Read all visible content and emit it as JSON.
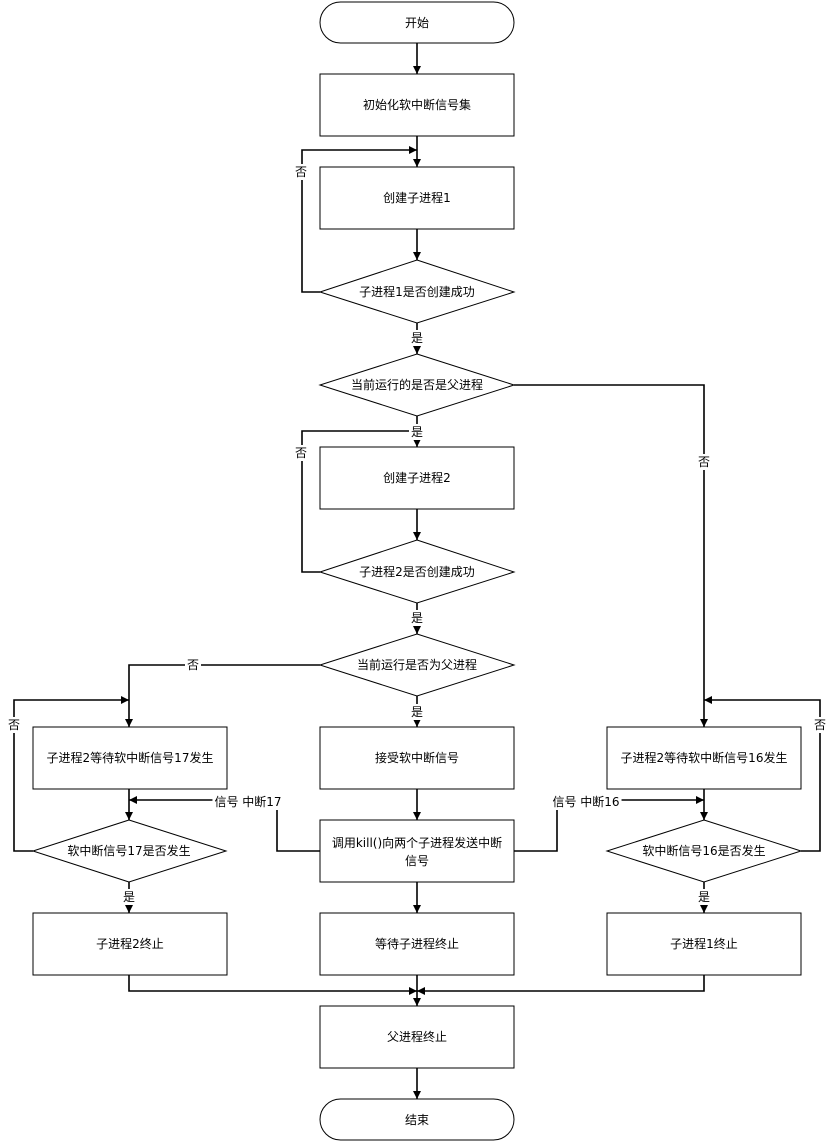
{
  "nodes": {
    "start": "开始",
    "init": "初始化软中断信号集",
    "create_child1": "创建子进程1",
    "check_child1": "子进程1是否创建成功",
    "is_parent_1": "当前运行的是否是父进程",
    "create_child2": "创建子进程2",
    "check_child2": "子进程2是否创建成功",
    "is_parent_2": "当前运行是否为父进程",
    "child2_wait": "子进程2等待软中断信号17发生",
    "receive_signal": "接受软中断信号",
    "child1_wait": "子进程2等待软中断信号16发生",
    "check_sig17": "软中断信号17是否发生",
    "kill_line1": "调用kill()向两个子进程发送中断",
    "kill_line2": "信号",
    "check_sig16": "软中断信号16是否发生",
    "child2_end": "子进程2终止",
    "wait_children": "等待子进程终止",
    "child1_end": "子进程1终止",
    "parent_end": "父进程终止",
    "end": "结束"
  },
  "edge_labels": {
    "check1_no": "否",
    "check1_yes": "是",
    "parent1_yes": "是",
    "parent1_no": "否",
    "check2_no": "否",
    "check2_yes": "是",
    "parent2_no": "否",
    "parent2_yes": "是",
    "sig17_no": "否",
    "sig17_yes": "是",
    "sig16_no": "否",
    "sig16_yes": "是",
    "signal17": "信号 中断17",
    "signal16": "信号 中断16"
  }
}
